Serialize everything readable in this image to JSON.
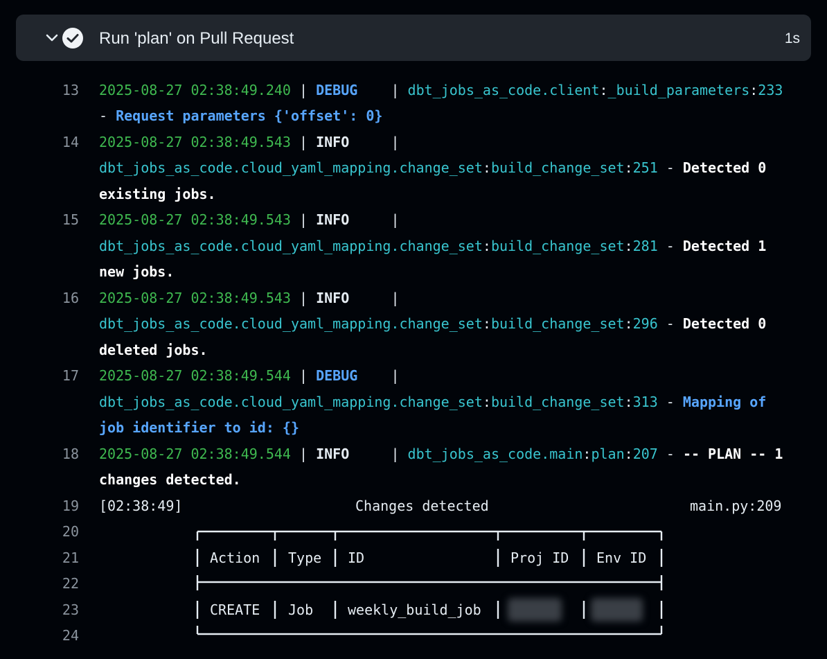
{
  "step": {
    "title": "Run 'plan' on Pull Request",
    "duration": "1s",
    "status_icon": "check-circle-icon",
    "toggle_icon": "chevron-down-icon"
  },
  "colors": {
    "background": "#010409",
    "header": "#21262d",
    "timestamp": "#3fb950",
    "debug": "#58a6ff",
    "module": "#39c5cf",
    "line_number": "#8b949e"
  },
  "log": {
    "line_numbers": [
      "13",
      "14",
      "15",
      "16",
      "17",
      "18",
      "19",
      "20",
      "21",
      "22",
      "23",
      "24"
    ],
    "l13": {
      "ts": "2025-08-27 02:38:49.240",
      "sep1": " | ",
      "level": "DEBUG",
      "sep2": "    | ",
      "mod": "dbt_jobs_as_code.client",
      "colon1": ":",
      "fn": "_build_parameters",
      "colon2": ":",
      "lineno": "233",
      "dash": "- ",
      "msg": "Request parameters {'offset': 0}"
    },
    "l14": {
      "ts": "2025-08-27 02:38:49.543",
      "sep1": " | ",
      "level": "INFO",
      "sep2": "     |",
      "mod": "dbt_jobs_as_code.cloud_yaml_mapping.change_set",
      "colon1": ":",
      "fn": "build_change_set",
      "colon2": ":",
      "lineno": "251",
      "dash": " - ",
      "msg1": "Detected 0",
      "msg2": "existing jobs."
    },
    "l15": {
      "ts": "2025-08-27 02:38:49.543",
      "sep1": " | ",
      "level": "INFO",
      "sep2": "     |",
      "mod": "dbt_jobs_as_code.cloud_yaml_mapping.change_set",
      "colon1": ":",
      "fn": "build_change_set",
      "colon2": ":",
      "lineno": "281",
      "dash": " - ",
      "msg1": "Detected 1",
      "msg2": "new jobs."
    },
    "l16": {
      "ts": "2025-08-27 02:38:49.543",
      "sep1": " | ",
      "level": "INFO",
      "sep2": "     |",
      "mod": "dbt_jobs_as_code.cloud_yaml_mapping.change_set",
      "colon1": ":",
      "fn": "build_change_set",
      "colon2": ":",
      "lineno": "296",
      "dash": " - ",
      "msg1": "Detected 0",
      "msg2": "deleted jobs."
    },
    "l17": {
      "ts": "2025-08-27 02:38:49.544",
      "sep1": " | ",
      "level": "DEBUG",
      "sep2": "    |",
      "mod": "dbt_jobs_as_code.cloud_yaml_mapping.change_set",
      "colon1": ":",
      "fn": "build_change_set",
      "colon2": ":",
      "lineno": "313",
      "dash": " - ",
      "msg1": "Mapping of",
      "msg2": "job identifier to id: {}"
    },
    "l18": {
      "ts": "2025-08-27 02:38:49.544",
      "sep1": " | ",
      "level": "INFO",
      "sep2": "     | ",
      "mod": "dbt_jobs_as_code.main",
      "colon1": ":",
      "fn": "plan",
      "colon2": ":",
      "lineno": "207",
      "dash": " - ",
      "msg1": "-- PLAN -- 1",
      "msg2": "changes detected."
    },
    "l19": {
      "time": "[02:38:49]",
      "title": "Changes detected",
      "source": "main.py:209"
    }
  },
  "table": {
    "headers": [
      "Action",
      "Type",
      "ID",
      "Proj ID",
      "Env ID"
    ],
    "rows": [
      [
        "CREATE",
        "Job",
        "weekly_build_job"
      ]
    ]
  }
}
